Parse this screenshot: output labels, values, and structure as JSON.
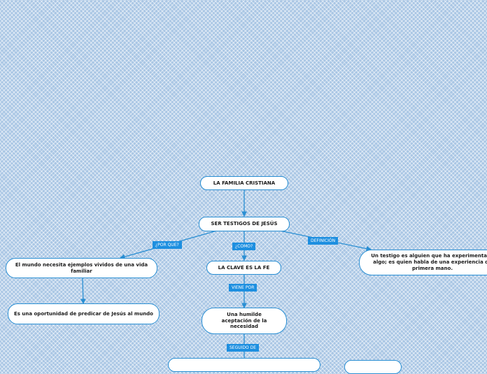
{
  "nodes": {
    "root": "LA FAMILIA CRISTIANA",
    "testigos": "SER TESTIGOS DE JESÚS",
    "mundo_necesita": "El mundo necesita ejemplos vividos de una vida familiar",
    "oportunidad": "Es una oportunidad de predicar de Jesús al mundo",
    "clave_fe": "LA CLAVE ES LA FE",
    "humilde": "Una humilde aceptación de la necesidad",
    "testigo_def": "Un testigo es alguien que ha experimentado algo; es quien habla de una experiencia de primera mano."
  },
  "labels": {
    "por_que": "¿POR QUE?",
    "como": "¿COMO?",
    "definicion": "DEFINICIÓN",
    "viene_por": "VIENE POR",
    "seguido_de": "SEGUIDO DE"
  },
  "colors": {
    "connector": "#2a8fd3",
    "label_bg": "#1d8fe0",
    "node_border": "#2a8fd3"
  }
}
